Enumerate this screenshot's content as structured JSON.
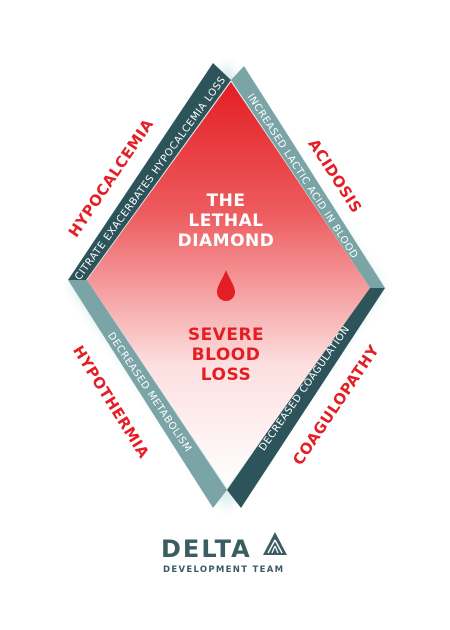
{
  "diagram": {
    "center": {
      "title_lines": [
        "THE",
        "LETHAL",
        "DIAMOND"
      ],
      "subtitle_lines": [
        "SEVERE",
        "BLOOD",
        "LOSS"
      ],
      "icon": "blood-drop-icon"
    },
    "edges": {
      "top_left": {
        "bar_text": "CITRATE EXACERBATES HYPOCALCEMIA LOSS",
        "label": "HYPOCALCEMIA"
      },
      "top_right": {
        "bar_text": "INCREASED LACTIC ACID IN BLOOD",
        "label": "ACIDOSIS"
      },
      "bottom_left": {
        "bar_text": "DECREASED METABOLISM",
        "label": "HYPOTHERMIA"
      },
      "bottom_right": {
        "bar_text": "DECREASED COAGULATION",
        "label": "COAGULOPATHY"
      }
    }
  },
  "logo": {
    "name": "DELTA",
    "tagline": "DEVELOPMENT TEAM",
    "icon": "delta-triangle-icon"
  },
  "colors": {
    "accent_red": "#e31e24",
    "bar_dark": "#2e545b",
    "bar_light": "#7ba4a6",
    "logo": "#3b5c63"
  }
}
